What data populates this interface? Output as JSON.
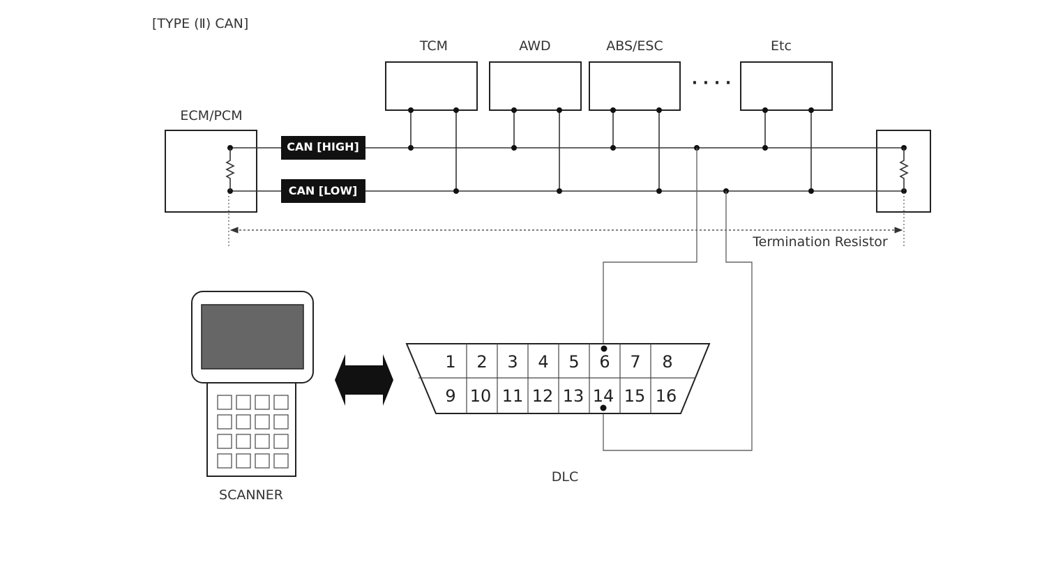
{
  "title": "[TYPE (Ⅱ) CAN]",
  "modules": {
    "tcm": "TCM",
    "awd": "AWD",
    "abs_esc": "ABS/ESC",
    "etc": "Etc",
    "ecm_pcm": "ECM/PCM"
  },
  "ellipsis": "· · · ·",
  "bus": {
    "high": "CAN [HIGH]",
    "low": "CAN [LOW]"
  },
  "termination_label": "Termination Resistor",
  "scanner_label": "SCANNER",
  "dlc_label": "DLC",
  "dlc_pins_top": [
    "1",
    "2",
    "3",
    "4",
    "5",
    "6",
    "7",
    "8"
  ],
  "dlc_pins_bottom": [
    "9",
    "10",
    "11",
    "12",
    "13",
    "14",
    "15",
    "16"
  ]
}
